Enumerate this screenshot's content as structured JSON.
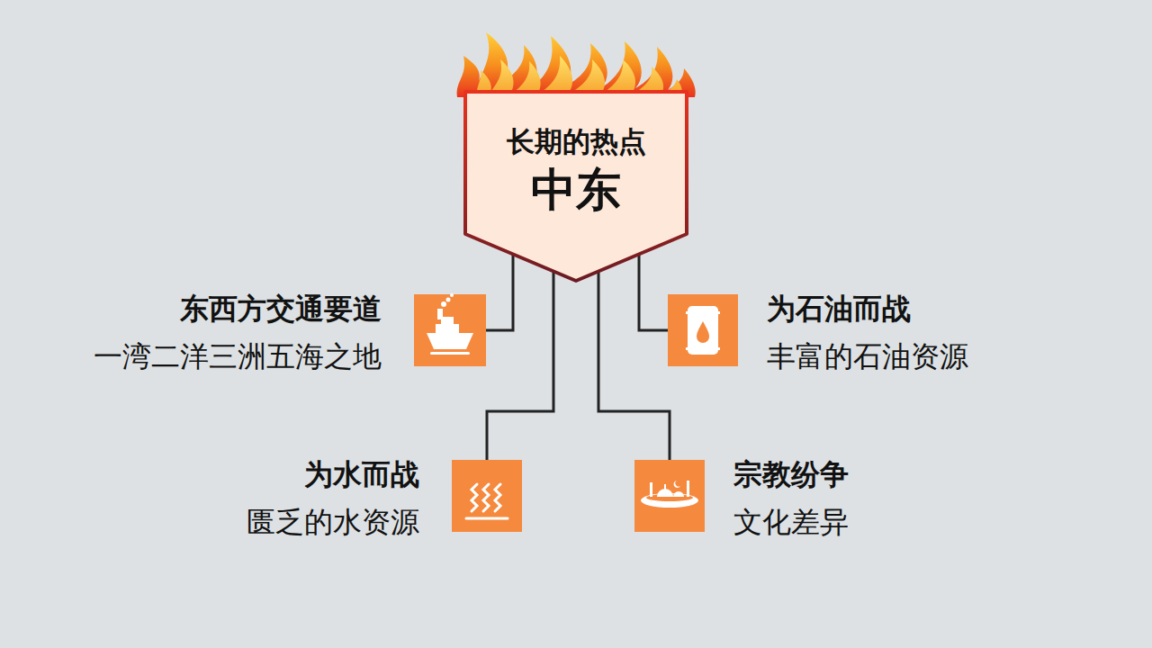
{
  "diagram": {
    "nodes": [
      {
        "text": [
          "长期的热点",
          "中东"
        ]
      },
      {
        "text": [
          "东西方交通要道",
          "一湾二洋三洲五海之地"
        ]
      },
      {
        "text": [
          "为石油而战",
          "丰富的石油资源"
        ]
      },
      {
        "text": [
          "为水而战",
          "匮乏的水资源"
        ]
      },
      {
        "text": [
          "宗教纷争",
          "文化差异"
        ]
      }
    ],
    "edges": [
      {
        "from": 0,
        "to": 1,
        "arrow": "none"
      },
      {
        "from": 0,
        "to": 2,
        "arrow": "none"
      },
      {
        "from": 0,
        "to": 3,
        "arrow": "none"
      },
      {
        "from": 0,
        "to": 4,
        "arrow": "none"
      }
    ]
  }
}
